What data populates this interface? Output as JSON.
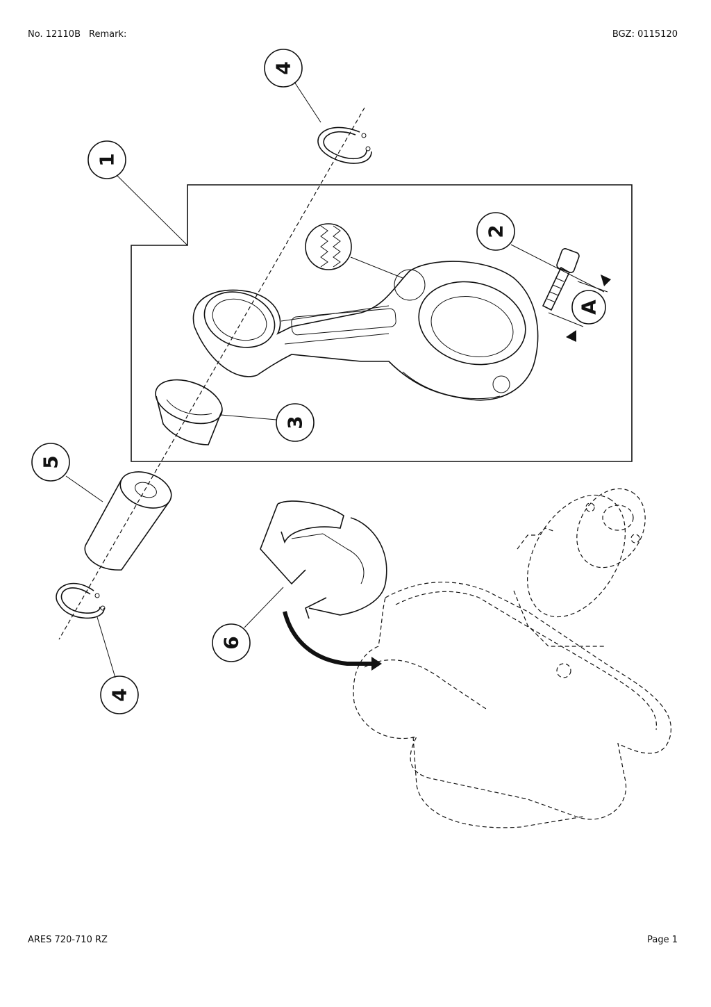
{
  "header": {
    "number": "No. 12110B",
    "remark_label": "Remark:",
    "bgz": "BGZ: 0115120"
  },
  "footer": {
    "model": "ARES 720-710 RZ",
    "page": "Page 1"
  },
  "callouts": {
    "c4_top": "4",
    "c1": "1",
    "c2": "2",
    "c3": "3",
    "c5": "5",
    "c6": "6",
    "c4_bottom": "4",
    "detail_a": "A"
  }
}
